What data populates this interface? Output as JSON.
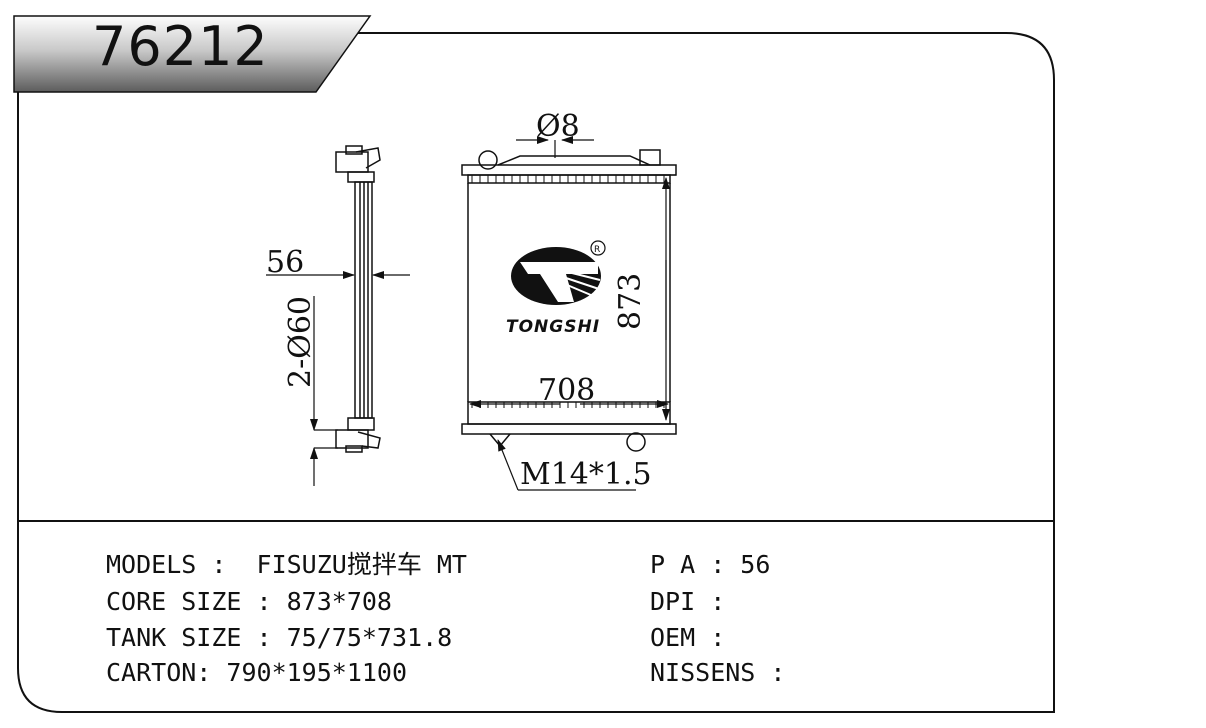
{
  "header": {
    "part_number": "76212"
  },
  "drawing": {
    "dimensions": {
      "pipe_diameter": "Ø8",
      "thickness": "56",
      "inlet_outlet": "2-Ø60",
      "height": "873",
      "width": "708",
      "drain_thread": "M14*1.5"
    },
    "brand": {
      "name": "TONGSHI",
      "registered_mark": "R",
      "icon": "tongshi-logo-icon"
    }
  },
  "specs": {
    "models": "MODELS :  FISUZU搅拌车 MT",
    "core_size": "CORE SIZE : 873*708",
    "tank_size": "TANK SIZE : 75/75*731.8",
    "carton": "CARTON: 790*195*1100",
    "pa": "P A : 56",
    "dpi": "DPI :",
    "oem": "OEM :",
    "nissens": "NISSENS :"
  },
  "colors": {
    "line": "#111111",
    "tab_light": "#f2f2f2",
    "tab_dark": "#5a5a5a"
  }
}
